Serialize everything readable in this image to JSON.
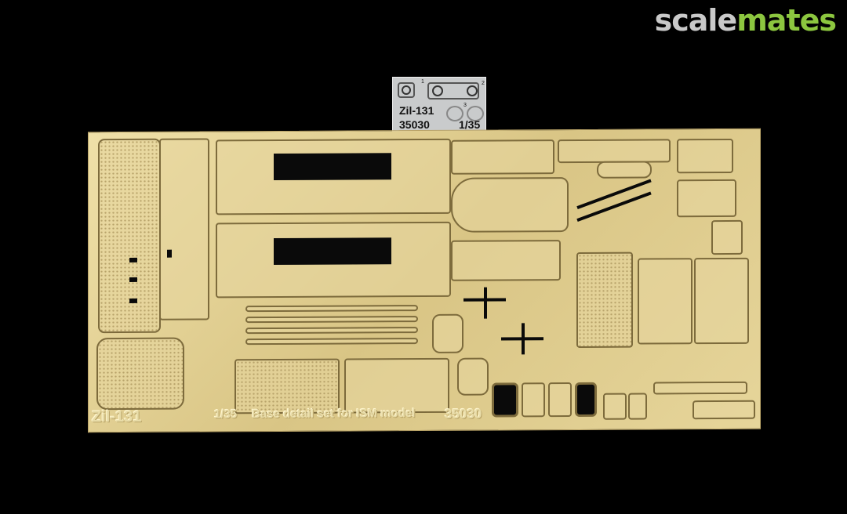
{
  "watermark": {
    "part1": "scale",
    "part2": "mates"
  },
  "label": {
    "model": "Zil-131",
    "number": "35030",
    "scale": "1/35",
    "markers": [
      "1",
      "2",
      "3"
    ]
  },
  "fret": {
    "model": "Zil-131",
    "scale": "1/35",
    "description": "Base detail set for ISM model",
    "number": "35030"
  }
}
